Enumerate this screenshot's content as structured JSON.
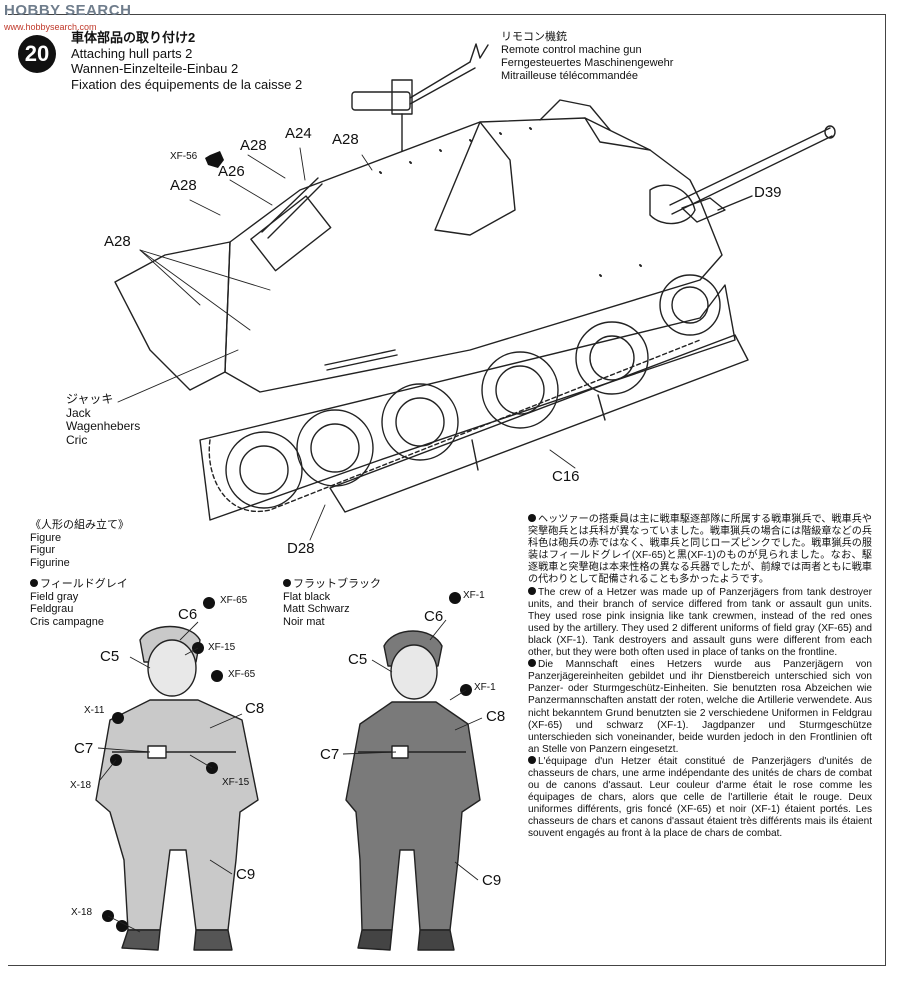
{
  "watermark": {
    "brand": "HOBBY SEARCH",
    "site": "www.hobbysearch.com"
  },
  "step": {
    "number": "20",
    "title_jp": "車体部品の取り付け2",
    "title_en": "Attaching hull parts 2",
    "title_de": "Wannen-Einzelteile-Einbau 2",
    "title_fr": "Fixation des équipements de la caisse 2"
  },
  "remote_gun": {
    "jp": "リモコン機銃",
    "en": "Remote control machine gun",
    "de": "Ferngesteuertes Maschinengewehr",
    "fr": "Mitrailleuse télécommandée"
  },
  "parts": {
    "a28_top": "A28",
    "a24": "A24",
    "a28_right": "A28",
    "xf56": "XF-56",
    "a26": "A26",
    "a28_mid": "A28",
    "a28_left": "A28",
    "d39": "D39",
    "c16": "C16",
    "d28": "D28"
  },
  "jack": {
    "jp": "ジャッキ",
    "en": "Jack",
    "de": "Wagenhebers",
    "fr": "Cric"
  },
  "figure_heading": {
    "jp": "《人形の組み立て》",
    "en": "Figure",
    "de": "Figur",
    "fr": "Figurine"
  },
  "paint_field_gray": {
    "jp": "フィールドグレイ",
    "en": "Field gray",
    "de": "Feldgrau",
    "fr": "Cris campagne"
  },
  "paint_flat_black": {
    "jp": "フラットブラック",
    "en": "Flat black",
    "de": "Matt Schwarz",
    "fr": "Noir mat"
  },
  "fig1_labels": {
    "xf65_top": "XF-65",
    "c6": "C6",
    "c5": "C5",
    "xf15_top": "XF-15",
    "xf65_mid": "XF-65",
    "x11": "X-11",
    "c8": "C8",
    "c7": "C7",
    "x18_top": "X-18",
    "xf15_bot": "XF-15",
    "c9": "C9",
    "x18_bot": "X-18"
  },
  "fig2_labels": {
    "xf1_top": "XF-1",
    "c6": "C6",
    "c5": "C5",
    "xf1_mid": "XF-1",
    "c8": "C8",
    "c7": "C7",
    "c9": "C9"
  },
  "description": {
    "jp": "ヘッツァーの搭乗員は主に戦車駆逐部隊に所属する戦車猟兵で、戦車兵や突撃砲兵とは兵科が異なっていました。戦車猟兵の場合には階級章などの兵科色は砲兵の赤ではなく、戦車兵と同じローズピンクでした。戦車猟兵の服装はフィールドグレイ(XF-65)と黒(XF-1)のものが見られました。なお、駆逐戦車と突撃砲は本来性格の異なる兵器でしたが、前線では両者ともに戦車の代わりとして配備されることも多かったようです。",
    "en": "The crew of a Hetzer was made up of Panzerjägers from tank destroyer units, and their branch of service differed from tank or assault gun units. They used rose pink insignia like tank crewmen, instead of the red ones used by the artillery. They used 2 different uniforms of field gray (XF-65) and black (XF-1). Tank destroyers and assault guns were different from each other, but they were both often used in place of tanks on the frontline.",
    "de": "Die Mannschaft eines Hetzers wurde aus Panzerjägern von Panzerjägereinheiten gebildet und ihr Dienstbereich unterschied sich von Panzer- oder Sturmgeschütz-Einheiten. Sie benutzten rosa Abzeichen wie Panzermannschaften anstatt der roten, welche die Artillerie verwendete. Aus nicht bekanntem Grund benutzten sie 2 verschiedene Uniformen in Feldgrau (XF-65) und schwarz (XF-1). Jagdpanzer und Sturmgeschütze unterschieden sich voneinander, beide wurden jedoch in den Frontlinien oft an Stelle von Panzern eingesetzt.",
    "fr": "L'équipage d'un Hetzer était constitué de Panzerjägers d'unités de chasseurs de chars, une arme indépendante des unités de chars de combat ou de canons d'assaut. Leur couleur d'arme était le rose comme les équipages de chars, alors que celle de l'artillerie était le rouge. Deux uniformes différents, gris foncé (XF-65) et noir (XF-1) étaient portés. Les chasseurs de chars et canons d'assaut étaient très différents mais ils étaient souvent engagés au front à la place de chars de combat."
  },
  "colors": {
    "ink": "#111111",
    "field_gray": "#c9c9c9",
    "flat_black": "#7a7a7a",
    "brand_gray": "#6f7d8c"
  }
}
